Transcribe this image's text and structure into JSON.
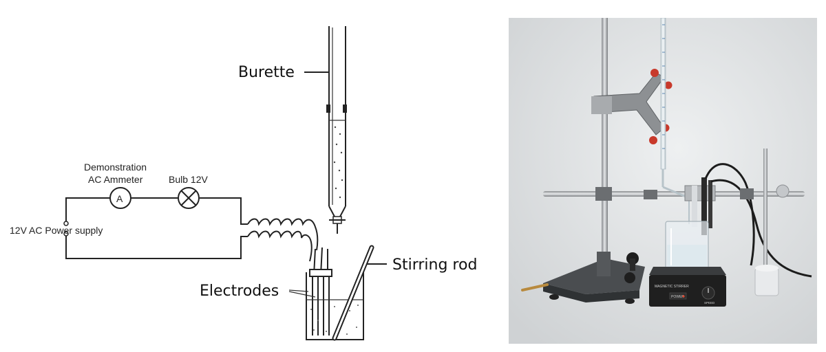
{
  "diagram": {
    "labels": {
      "burette": "Burette",
      "demonstration": "Demonstration",
      "ac_ammeter": "AC Ammeter",
      "bulb": "Bulb 12V",
      "power_supply": "12V AC Power supply",
      "ammeter_symbol": "A",
      "stirring_rod": "Stirring rod",
      "electrodes": "Electrodes"
    }
  },
  "photo": {
    "stirrer_label": "MAGNETIC STIRRER",
    "power_label": "POWER",
    "speed_label": "SPEED"
  },
  "colors": {
    "clamp_red": "#c8392b",
    "background_gray": "#dcdedf",
    "stirrer_black": "#1f1f1f"
  }
}
